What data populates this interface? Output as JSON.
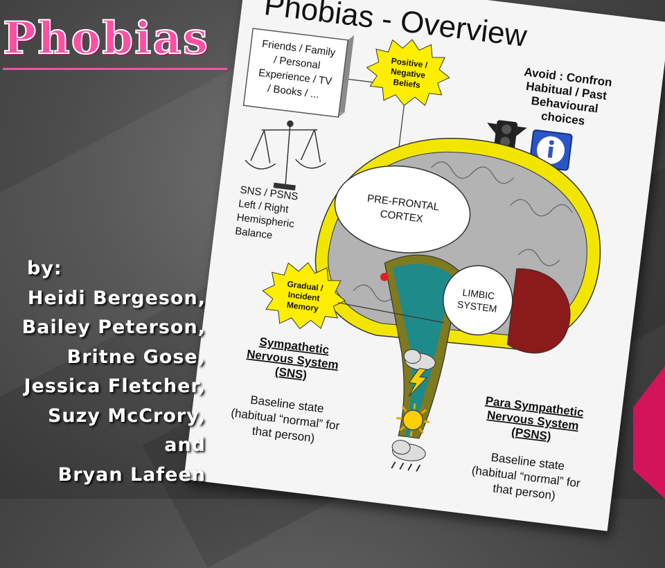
{
  "slide": {
    "title": "Phobias",
    "authors_label": "by:",
    "authors": [
      "Heidi Bergeson,",
      "Bailey Peterson,",
      "Britne Gose,",
      "Jessica Fletcher,",
      "Suzy McCrory,",
      "and",
      "Bryan Lafeen"
    ]
  },
  "diagram": {
    "title": "Phobias - Overview",
    "influences": [
      "Friends / Family",
      "/ Personal",
      "Experience / TV",
      "/ Books / ..."
    ],
    "beliefs": [
      "Positive /",
      "Negative",
      "Beliefs"
    ],
    "avoid": [
      "Avoid : Confron",
      "Habitual / Past",
      "Behavioural",
      "choices"
    ],
    "balance": [
      "SNS / PSNS",
      "Left / Right",
      "Hemispheric",
      "Balance"
    ],
    "prefrontal": [
      "PRE-FRONTAL",
      "CORTEX"
    ],
    "limbic": [
      "LIMBIC",
      "SYSTEM"
    ],
    "memory": [
      "Gradual /",
      "Incident",
      "Memory"
    ],
    "sns_heading": [
      "Sympathetic",
      "Nervous System",
      "(SNS)"
    ],
    "sns_text": [
      "Baseline state",
      "(habitual “normal” for",
      "that person)"
    ],
    "psns_heading": [
      "Para Sympathetic",
      "Nervous System",
      "(PSNS)"
    ],
    "psns_text": [
      "Baseline state",
      "(habitual “normal” for",
      "that person)"
    ]
  },
  "colors": {
    "title_pink": "#ff4fa2",
    "brain_gray": "#b3b3b3",
    "membrane_yellow": "#f2e600",
    "limbic_red": "#8b1a1a",
    "stem_teal": "#1f8a8a",
    "burst_yellow": "#ffee00"
  }
}
